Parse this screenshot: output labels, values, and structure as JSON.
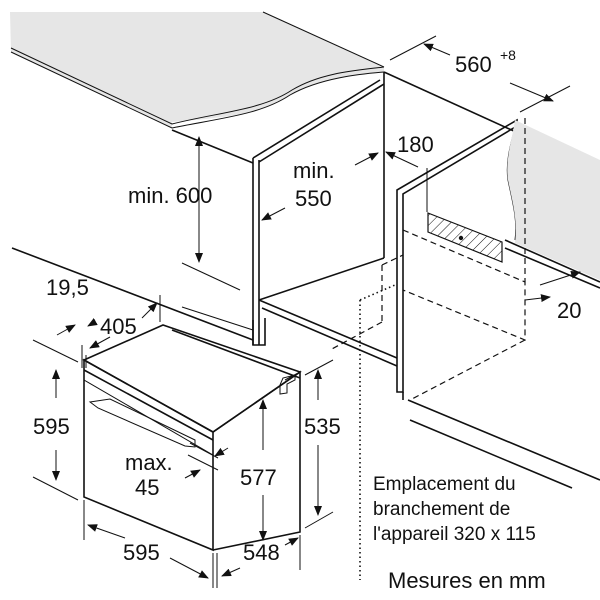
{
  "diagram": {
    "labels": {
      "niche_height": "min. 600",
      "niche_depth_min": "min.",
      "niche_depth_value": "550",
      "niche_width": "560",
      "niche_width_tolerance": "+8",
      "connection_offset": "180",
      "rear_gap": "20",
      "front_panel_thickness": "19,5",
      "oven_depth_top": "405",
      "oven_height": "595",
      "oven_body_height": "535",
      "handle_max": "max.",
      "handle_value": "45",
      "inner_height": "577",
      "oven_width": "595",
      "oven_depth": "548"
    },
    "note": {
      "line1": "Emplacement du",
      "line2": "branchement de",
      "line3": "l'appareil 320 x 115"
    },
    "units": "Mesures en mm",
    "colors": {
      "countertop": "#e6e6e6",
      "wall": "#e6e6e6"
    }
  }
}
